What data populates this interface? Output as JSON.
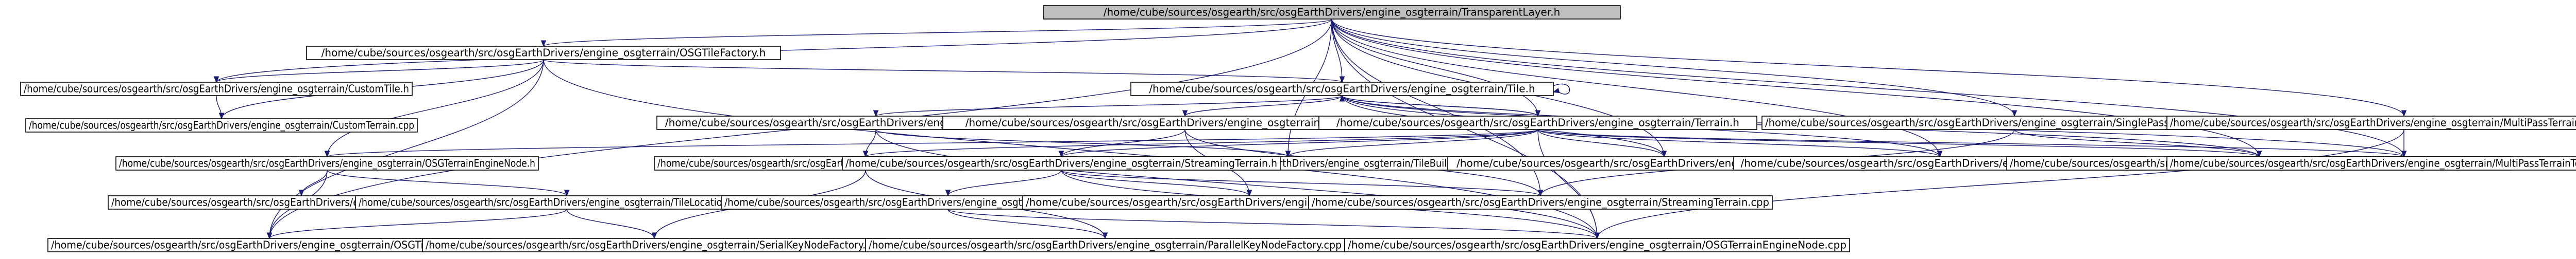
{
  "diagram": {
    "type": "include-dependency-graph",
    "colors": {
      "edge": "#191970",
      "node_border": "#000000",
      "highlight_fill": "#bfbfbf",
      "background": "#ffffff"
    },
    "nodes": [
      {
        "id": "n0",
        "label": "/home/cube/sources/osgearth/src/osgEarthDrivers/engine_osgterrain/TransparentLayer.h",
        "highlight": true
      },
      {
        "id": "n1",
        "label": "/home/cube/sources/osgearth/src/osgEarthDrivers/engine_osgterrain/OSGTileFactory.h"
      },
      {
        "id": "n2",
        "label": "/home/cube/sources/osgearth/src/osgEarthDrivers/engine_osgterrain/CustomTile.h"
      },
      {
        "id": "n3",
        "label": "/home/cube/sources/osgearth/src/osgEarthDrivers/engine_osgterrain/Tile.h"
      },
      {
        "id": "n4",
        "label": "/home/cube/sources/osgearth/src/osgEarthDrivers/engine_osgterrain/CustomTerrain.cpp"
      },
      {
        "id": "n5",
        "label": "/home/cube/sources/osgearth/src/osgEarthDrivers/engine_osgterrain/TileBuilder.h"
      },
      {
        "id": "n6",
        "label": "/home/cube/sources/osgearth/src/osgEarthDrivers/engine_osgterrain/StreamingTile.h"
      },
      {
        "id": "n7",
        "label": "/home/cube/sources/osgearth/src/osgEarthDrivers/engine_osgterrain/Terrain.h"
      },
      {
        "id": "n8",
        "label": "/home/cube/sources/osgearth/src/osgEarthDrivers/engine_osgterrain/SinglePassTerrainTechnique.h"
      },
      {
        "id": "n9",
        "label": "/home/cube/sources/osgearth/src/osgEarthDrivers/engine_osgterrain/MultiPassTerrainTechnique.h"
      },
      {
        "id": "n10",
        "label": "/home/cube/sources/osgearth/src/osgEarthDrivers/engine_osgterrain/OSGTerrainEngineNode.h"
      },
      {
        "id": "n11",
        "label": "/home/cube/sources/osgearth/src/osgEarthDrivers/engine_osgterrain/SerialKeyNodeFactory.h"
      },
      {
        "id": "n12",
        "label": "/home/cube/sources/osgearth/src/osgEarthDrivers/engine_osgterrain/TileBuilder.cpp"
      },
      {
        "id": "n13",
        "label": "/home/cube/sources/osgearth/src/osgEarthDrivers/engine_osgterrain/StreamingTerrain.h"
      },
      {
        "id": "n14",
        "label": "/home/cube/sources/osgearth/src/osgEarthDrivers/engine_osgterrain/Terrain.cpp"
      },
      {
        "id": "n15",
        "label": "/home/cube/sources/osgearth/src/osgEarthDrivers/engine_osgterrain/Tile.cpp"
      },
      {
        "id": "n16",
        "label": "/home/cube/sources/osgearth/src/osgEarthDrivers/engine_osgterrain/SinglePassTerrainTechnique.cpp"
      },
      {
        "id": "n17",
        "label": "/home/cube/sources/osgearth/src/osgEarthDrivers/engine_osgterrain/MultiPassTerrainTechnique.cpp"
      },
      {
        "id": "n18",
        "label": "/home/cube/sources/osgearth/src/osgEarthDrivers/engine_osgterrain/Plugin.cpp"
      },
      {
        "id": "n19",
        "label": "/home/cube/sources/osgearth/src/osgEarthDrivers/engine_osgterrain/TileLocationCallback.h"
      },
      {
        "id": "n20",
        "label": "/home/cube/sources/osgearth/src/osgEarthDrivers/engine_osgterrain/ParallelKeyNodeFactory.h"
      },
      {
        "id": "n21",
        "label": "/home/cube/sources/osgearth/src/osgEarthDrivers/engine_osgterrain/StreamingTile.cpp"
      },
      {
        "id": "n22",
        "label": "/home/cube/sources/osgearth/src/osgEarthDrivers/engine_osgterrain/StreamingTerrain.cpp"
      },
      {
        "id": "n23",
        "label": "/home/cube/sources/osgearth/src/osgEarthDrivers/engine_osgterrain/OSGTileFactory.cpp"
      },
      {
        "id": "n24",
        "label": "/home/cube/sources/osgearth/src/osgEarthDrivers/engine_osgterrain/SerialKeyNodeFactory.cpp"
      },
      {
        "id": "n25",
        "label": "/home/cube/sources/osgearth/src/osgEarthDrivers/engine_osgterrain/ParallelKeyNodeFactory.cpp"
      },
      {
        "id": "n26",
        "label": "/home/cube/sources/osgearth/src/osgEarthDrivers/engine_osgterrain/OSGTerrainEngineNode.cpp"
      }
    ],
    "edges": [
      [
        "n0",
        "n1"
      ],
      [
        "n0",
        "n2"
      ],
      [
        "n0",
        "n3"
      ],
      [
        "n0",
        "n7"
      ],
      [
        "n0",
        "n8"
      ],
      [
        "n0",
        "n9"
      ],
      [
        "n0",
        "n12"
      ],
      [
        "n0",
        "n14"
      ],
      [
        "n0",
        "n15"
      ],
      [
        "n0",
        "n16"
      ],
      [
        "n0",
        "n17"
      ],
      [
        "n0",
        "n22"
      ],
      [
        "n0",
        "n23"
      ],
      [
        "n0",
        "n26"
      ],
      [
        "n1",
        "n2"
      ],
      [
        "n1",
        "n3"
      ],
      [
        "n1",
        "n4"
      ],
      [
        "n1",
        "n10"
      ],
      [
        "n1",
        "n23"
      ],
      [
        "n1",
        "n26"
      ],
      [
        "n2",
        "n4"
      ],
      [
        "n3",
        "n3"
      ],
      [
        "n3",
        "n5"
      ],
      [
        "n3",
        "n6"
      ],
      [
        "n3",
        "n7"
      ],
      [
        "n3",
        "n14"
      ],
      [
        "n3",
        "n15"
      ],
      [
        "n3",
        "n16"
      ],
      [
        "n3",
        "n17"
      ],
      [
        "n5",
        "n11"
      ],
      [
        "n5",
        "n12"
      ],
      [
        "n5",
        "n26"
      ],
      [
        "n6",
        "n13"
      ],
      [
        "n6",
        "n21"
      ],
      [
        "n6",
        "n22"
      ],
      [
        "n7",
        "n3"
      ],
      [
        "n7",
        "n10"
      ],
      [
        "n7",
        "n11"
      ],
      [
        "n7",
        "n12"
      ],
      [
        "n7",
        "n13"
      ],
      [
        "n7",
        "n14"
      ],
      [
        "n7",
        "n15"
      ],
      [
        "n7",
        "n16"
      ],
      [
        "n7",
        "n17"
      ],
      [
        "n7",
        "n26"
      ],
      [
        "n8",
        "n16"
      ],
      [
        "n8",
        "n22"
      ],
      [
        "n9",
        "n17"
      ],
      [
        "n9",
        "n26"
      ],
      [
        "n10",
        "n18"
      ],
      [
        "n10",
        "n19"
      ],
      [
        "n10",
        "n23"
      ],
      [
        "n11",
        "n24"
      ],
      [
        "n11",
        "n25"
      ],
      [
        "n13",
        "n20"
      ],
      [
        "n13",
        "n21"
      ],
      [
        "n13",
        "n22"
      ],
      [
        "n13",
        "n26"
      ],
      [
        "n19",
        "n23"
      ],
      [
        "n19",
        "n24"
      ],
      [
        "n20",
        "n25"
      ],
      [
        "n20",
        "n26"
      ]
    ]
  }
}
